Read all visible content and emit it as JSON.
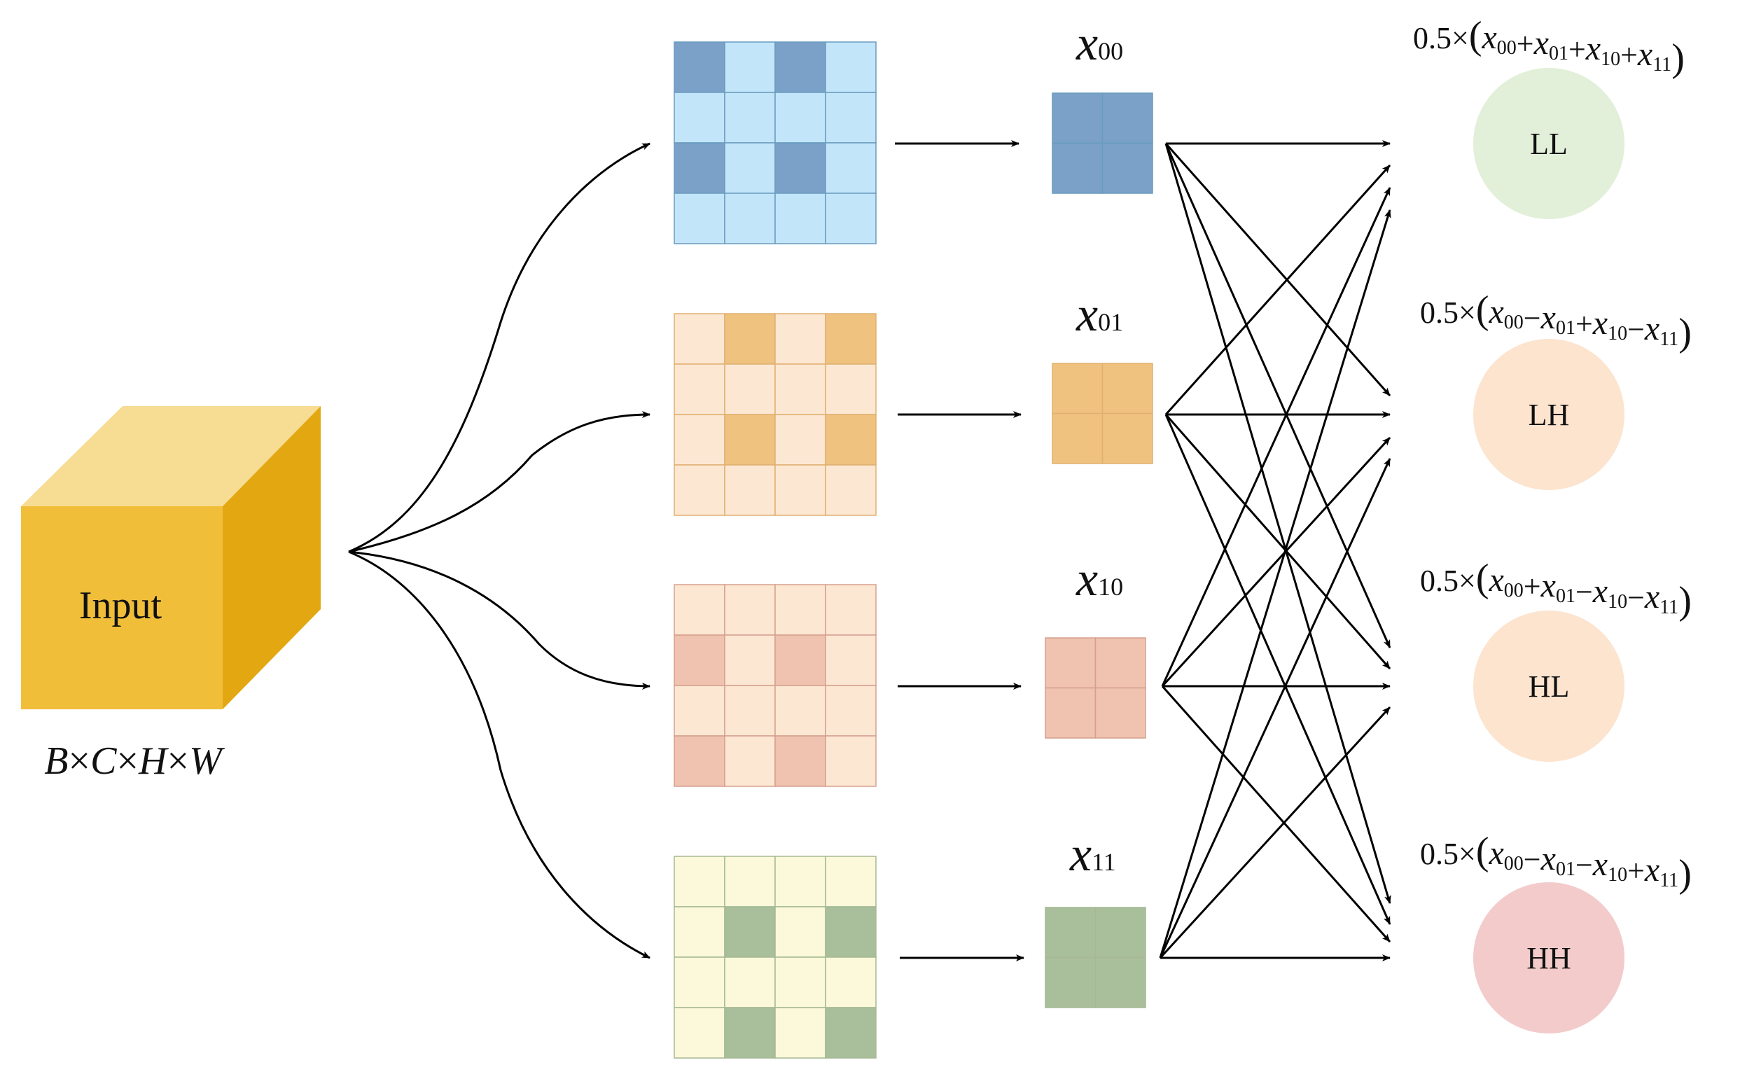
{
  "input": {
    "label": "Input",
    "shape": {
      "B": "B",
      "C": "C",
      "H": "H",
      "W": "W",
      "times": "×"
    },
    "colors": {
      "front": "#F1BE3A",
      "top": "#F7DC94",
      "side": "#E3A811"
    }
  },
  "branches": [
    {
      "id": "x00",
      "var": "x",
      "sub": "00",
      "pattern": [
        [
          1,
          0,
          1,
          0
        ],
        [
          0,
          0,
          0,
          0
        ],
        [
          1,
          0,
          1,
          0
        ],
        [
          0,
          0,
          0,
          0
        ]
      ],
      "colors": {
        "light": "#C3E5FA",
        "dark": "#7BA1C8",
        "line": "#6A9CBF"
      }
    },
    {
      "id": "x01",
      "var": "x",
      "sub": "01",
      "pattern": [
        [
          0,
          1,
          0,
          1
        ],
        [
          0,
          0,
          0,
          0
        ],
        [
          0,
          1,
          0,
          1
        ],
        [
          0,
          0,
          0,
          0
        ]
      ],
      "colors": {
        "light": "#FCE7D3",
        "dark": "#F0C280",
        "line": "#E0B070"
      }
    },
    {
      "id": "x10",
      "var": "x",
      "sub": "10",
      "pattern": [
        [
          0,
          0,
          0,
          0
        ],
        [
          1,
          0,
          1,
          0
        ],
        [
          0,
          0,
          0,
          0
        ],
        [
          1,
          0,
          1,
          0
        ]
      ],
      "colors": {
        "light": "#FCE7D3",
        "dark": "#F0C2B0",
        "line": "#D6A08E"
      }
    },
    {
      "id": "x11",
      "var": "x",
      "sub": "11",
      "pattern": [
        [
          0,
          0,
          0,
          0
        ],
        [
          0,
          1,
          0,
          1
        ],
        [
          0,
          0,
          0,
          0
        ],
        [
          0,
          1,
          0,
          1
        ]
      ],
      "colors": {
        "light": "#FBF9DA",
        "dark": "#A9BE9A",
        "line": "#A6B894"
      }
    }
  ],
  "outputs": [
    {
      "label": "LL",
      "color": "#E2EFD9",
      "formula": {
        "coef": "0.5",
        "times": "×",
        "open": "(",
        "close": ")",
        "var": "x",
        "terms": [
          {
            "sub": "00"
          },
          {
            "op": "+",
            "sub": "01"
          },
          {
            "op": "+",
            "sub": "10"
          },
          {
            "op": "+",
            "sub": "11"
          }
        ]
      }
    },
    {
      "label": "LH",
      "color": "#FCE4CF",
      "formula": {
        "coef": "0.5",
        "times": "×",
        "open": "(",
        "close": ")",
        "var": "x",
        "terms": [
          {
            "sub": "00"
          },
          {
            "op": "−",
            "sub": "01"
          },
          {
            "op": "+",
            "sub": "10"
          },
          {
            "op": "−",
            "sub": "11"
          }
        ]
      }
    },
    {
      "label": "HL",
      "color": "#FCE4CF",
      "formula": {
        "coef": "0.5",
        "times": "×",
        "open": "(",
        "close": ")",
        "var": "x",
        "terms": [
          {
            "sub": "00"
          },
          {
            "op": "+",
            "sub": "01"
          },
          {
            "op": "−",
            "sub": "10"
          },
          {
            "op": "−",
            "sub": "11"
          }
        ]
      }
    },
    {
      "label": "HH",
      "color": "#F3CBCB",
      "formula": {
        "coef": "0.5",
        "times": "×",
        "open": "(",
        "close": ")",
        "var": "x",
        "terms": [
          {
            "sub": "00"
          },
          {
            "op": "−",
            "sub": "01"
          },
          {
            "op": "−",
            "sub": "10"
          },
          {
            "op": "+",
            "sub": "11"
          }
        ]
      }
    }
  ],
  "arrow_color": "#000000"
}
